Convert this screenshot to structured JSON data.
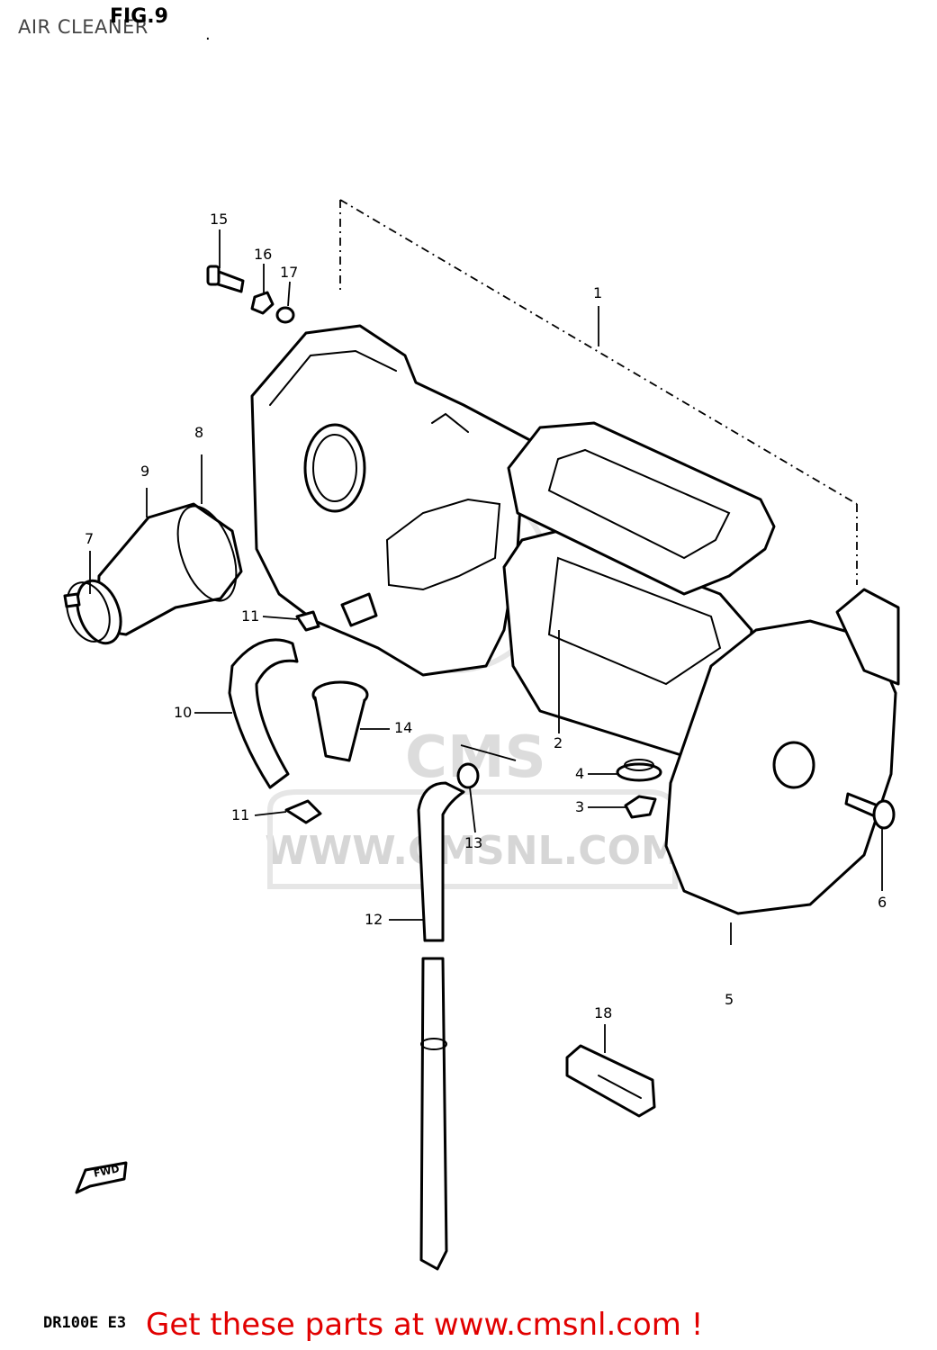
{
  "header": {
    "title": "AIR CLEANER",
    "figure": "FIG.9",
    "trailing_mark": "."
  },
  "watermark": {
    "logo": "CMS",
    "url": "WWW.CMSNL.COM"
  },
  "callouts": [
    {
      "id": "1",
      "label": "1"
    },
    {
      "id": "2",
      "label": "2"
    },
    {
      "id": "3",
      "label": "3"
    },
    {
      "id": "4",
      "label": "4"
    },
    {
      "id": "5",
      "label": "5"
    },
    {
      "id": "6",
      "label": "6"
    },
    {
      "id": "7",
      "label": "7"
    },
    {
      "id": "8",
      "label": "8"
    },
    {
      "id": "9",
      "label": "9"
    },
    {
      "id": "10",
      "label": "10"
    },
    {
      "id": "11a",
      "label": "11"
    },
    {
      "id": "11b",
      "label": "11"
    },
    {
      "id": "12",
      "label": "12"
    },
    {
      "id": "13",
      "label": "13"
    },
    {
      "id": "14",
      "label": "14"
    },
    {
      "id": "15",
      "label": "15"
    },
    {
      "id": "16",
      "label": "16"
    },
    {
      "id": "17",
      "label": "17"
    },
    {
      "id": "18",
      "label": "18"
    }
  ],
  "direction_marker": "FWD",
  "footer": {
    "model": "DR100E E3",
    "promo": "Get these parts at www.cmsnl.com !"
  }
}
